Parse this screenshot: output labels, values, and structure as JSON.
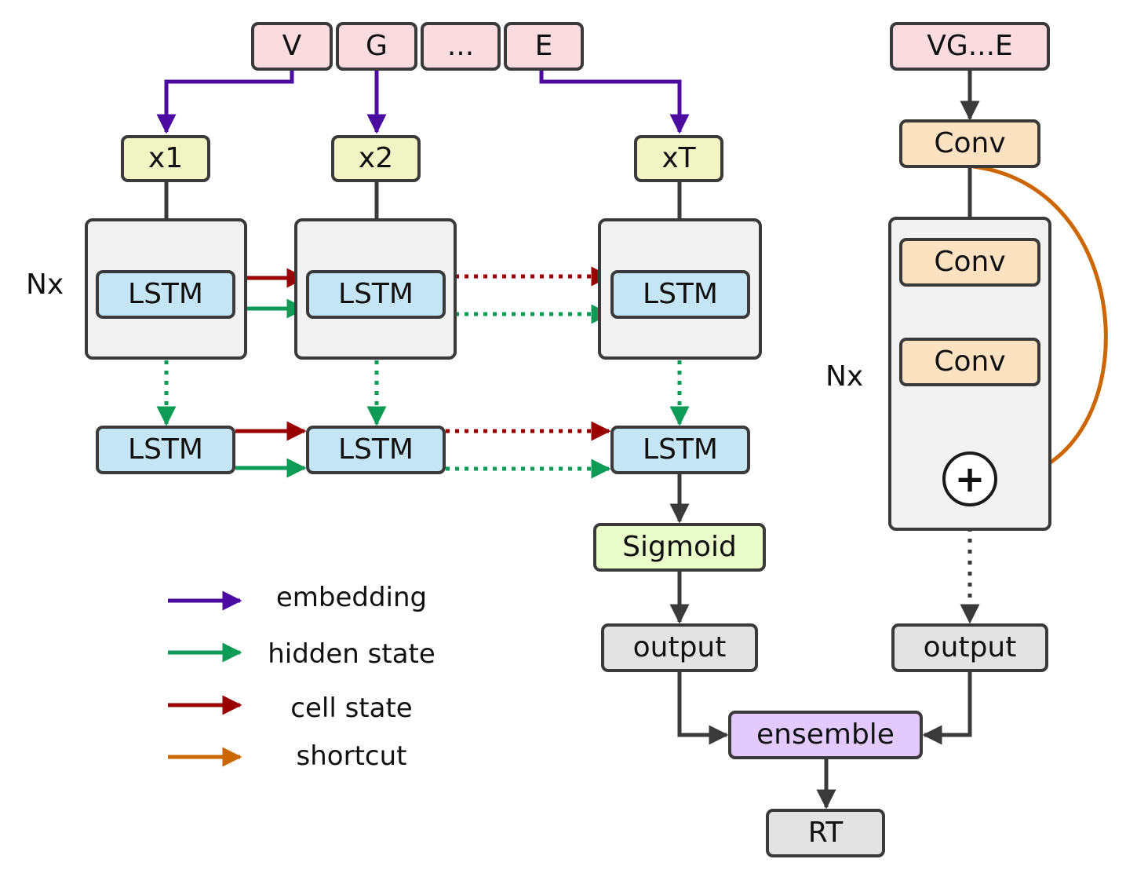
{
  "tokens": [
    "V",
    "G",
    "...",
    "E"
  ],
  "inputs": [
    "x1",
    "x2",
    "xT"
  ],
  "lstm_label": "LSTM",
  "nx_label": "Nx",
  "sigmoid_label": "Sigmoid",
  "output_label": "output",
  "sequence_label": "VG...E",
  "conv_label": "Conv",
  "plus_label": "+",
  "ensemble_label": "ensemble",
  "result_label": "RT",
  "legend": [
    {
      "label": "embedding",
      "color": "#4b0aa0"
    },
    {
      "label": "hidden state",
      "color": "#0e9a57"
    },
    {
      "label": "cell state",
      "color": "#9b0000"
    },
    {
      "label": "shortcut",
      "color": "#cc6600"
    }
  ],
  "colors": {
    "embedding": "#4b0aa0",
    "hidden_state": "#0e9a57",
    "cell_state": "#9b0000",
    "shortcut": "#cc6600",
    "flow": "#3a3a3a"
  }
}
